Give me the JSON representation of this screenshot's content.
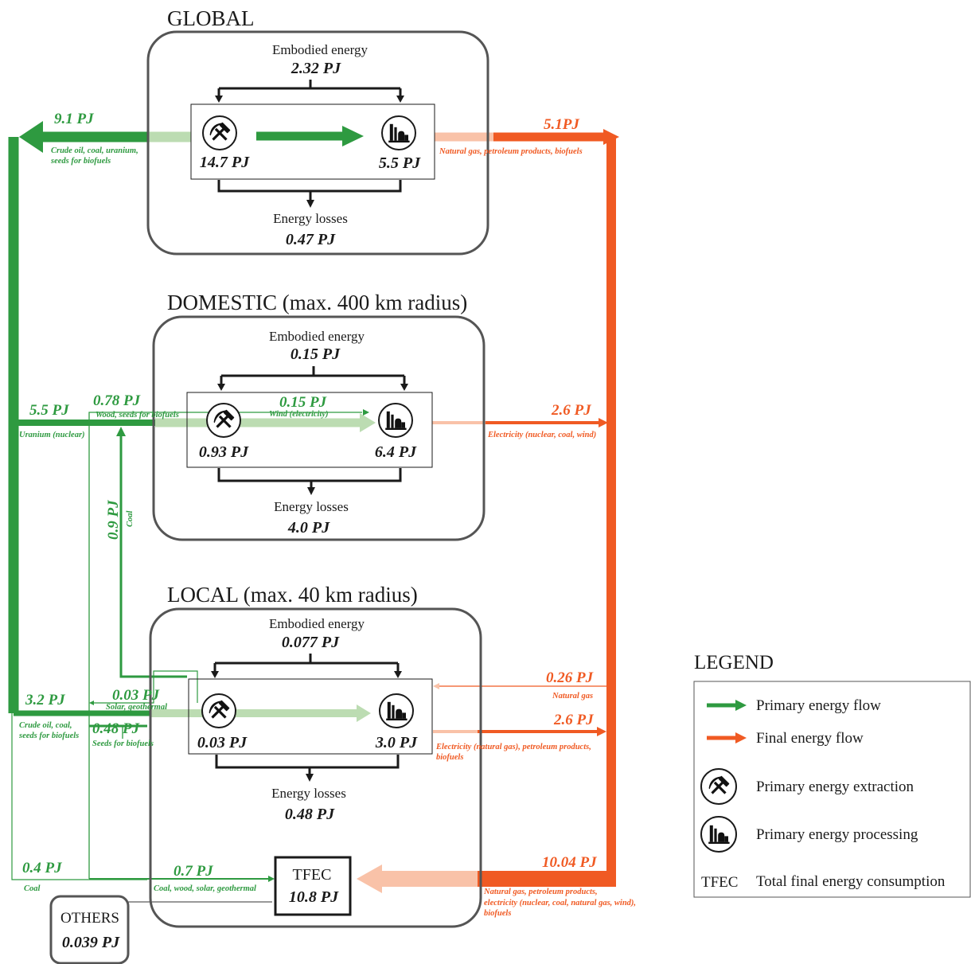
{
  "colors": {
    "primary_flow": "#2e9a40",
    "primary_flow_light": "#bcdcb2",
    "final_flow": "#f05a23",
    "final_flow_light": "#f9c2a8",
    "box_border": "#555555",
    "ink": "#1a1a1a"
  },
  "icons": {
    "extraction": "hammer-and-pick-icon",
    "processing": "factory-icon"
  },
  "global": {
    "title": "GLOBAL",
    "embodied_label": "Embodied energy",
    "embodied_value": "2.32 PJ",
    "extraction_value": "14.7 PJ",
    "processing_value": "5.5 PJ",
    "losses_label": "Energy losses",
    "losses_value": "0.47 PJ",
    "import_primary_value": "9.1 PJ",
    "import_primary_desc_1": "Crude oil, coal, uranium,",
    "import_primary_desc_2": "seeds for biofuels",
    "export_final_value": "5.1PJ",
    "export_final_desc": "Natural gas, petroleum products, biofuels"
  },
  "domestic": {
    "title": "DOMESTIC (max. 400 km radius)",
    "embodied_label": "Embodied energy",
    "embodied_value": "0.15 PJ",
    "extraction_value": "0.93 PJ",
    "processing_value": "6.4 PJ",
    "losses_label": "Energy losses",
    "losses_value": "4.0 PJ",
    "uranium_value": "5.5 PJ",
    "uranium_desc": "Uranium (nuclear)",
    "wood_value": "0.78 PJ",
    "wood_desc": "Wood, seeds for biofuels",
    "wind_value": "0.15 PJ",
    "wind_desc": "Wind (electricity)",
    "coal_value": "0.9 PJ",
    "coal_desc": "Coal",
    "electricity_value": "2.6 PJ",
    "electricity_desc": "Electricity (nuclear, coal, wind)"
  },
  "local": {
    "title": "LOCAL (max. 40 km radius)",
    "embodied_label": "Embodied energy",
    "embodied_value": "0.077 PJ",
    "extraction_value": "0.03 PJ",
    "processing_value": "3.0 PJ",
    "losses_label": "Energy losses",
    "losses_value": "0.48 PJ",
    "crude_value": "3.2 PJ",
    "crude_desc_1": "Crude oil, coal,",
    "crude_desc_2": "seeds for biofuels",
    "solar_value": "0.03 PJ",
    "solar_desc": "Solar, geothermal",
    "seeds_value": "0.48 PJ",
    "seeds_desc": "Seeds for biofuels",
    "natgas_value": "0.26 PJ",
    "natgas_desc": "Natural gas",
    "elec_value": "2.6 PJ",
    "elec_desc_1": "Electricity (natural gas), petroleum products,",
    "elec_desc_2": "biofuels",
    "coal_value": "0.4 PJ",
    "coal_desc": "Coal",
    "mix_value": "0.7 PJ",
    "mix_desc": "Coal, wood, solar, geothermal",
    "final_value": "10.04 PJ",
    "final_desc_1": "Natural gas, petroleum products,",
    "final_desc_2": "electricity (nuclear, coal, natural gas, wind),",
    "final_desc_3": "biofuels",
    "tfec_label": "TFEC",
    "tfec_value": "10.8 PJ"
  },
  "others": {
    "label": "OTHERS",
    "value": "0.039 PJ"
  },
  "legend": {
    "title": "LEGEND",
    "primary_flow": "Primary energy flow",
    "final_flow": "Final energy flow",
    "extraction": "Primary energy extraction",
    "processing": "Primary energy processing",
    "tfec_abbr": "TFEC",
    "tfec_full": "Total final energy consumption"
  }
}
